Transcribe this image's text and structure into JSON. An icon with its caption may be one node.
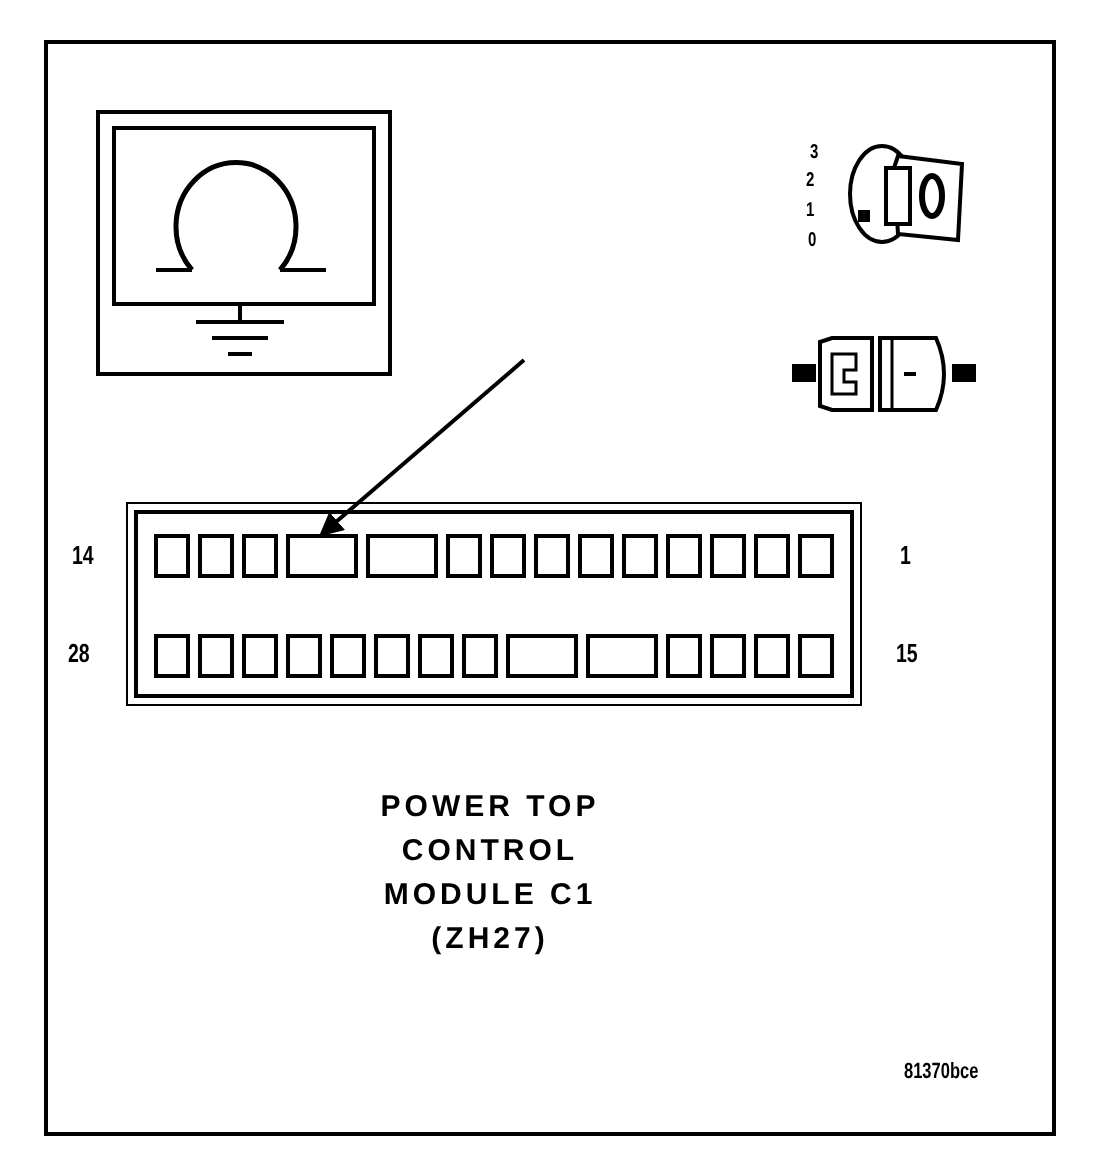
{
  "diagram": {
    "caption": "POWER TOP CONTROL MODULE C1 (ZH27)",
    "nodes": [
      {
        "text": [],
        "shape": "box"
      },
      {
        "text": [],
        "shape": "box",
        "in": 0
      },
      {
        "text": [],
        "shape": "box",
        "in": 0
      },
      {
        "text": [],
        "shape": "box",
        "in": 0
      },
      {
        "text": [],
        "shape": "box",
        "in": 0
      },
      {
        "text": [],
        "shape": "box",
        "in": 0
      },
      {
        "text": [],
        "shape": "box",
        "in": 0
      },
      {
        "text": [],
        "shape": "box",
        "in": 0
      },
      {
        "text": [],
        "shape": "box",
        "in": 0
      },
      {
        "text": [],
        "shape": "box",
        "in": 0
      },
      {
        "text": [],
        "shape": "box",
        "in": 0
      },
      {
        "text": [],
        "shape": "box",
        "in": 0
      },
      {
        "text": [],
        "shape": "box",
        "in": 0
      },
      {
        "text": [],
        "shape": "box",
        "in": 0
      },
      {
        "text": [],
        "shape": "box",
        "in": 0
      },
      {
        "text": [],
        "shape": "box",
        "in": 0
      },
      {
        "text": [],
        "shape": "box",
        "in": 0
      },
      {
        "text": [],
        "shape": "box",
        "in": 0
      },
      {
        "text": [],
        "shape": "box",
        "in": 0
      },
      {
        "text": [],
        "shape": "box",
        "in": 0
      },
      {
        "text": [],
        "shape": "box",
        "in": 0
      },
      {
        "text": [],
        "shape": "box",
        "in": 0
      },
      {
        "text": [],
        "shape": "box",
        "in": 0
      },
      {
        "text": [],
        "shape": "box",
        "in": 0
      },
      {
        "text": [],
        "shape": "box",
        "in": 0
      },
      {
        "text": [],
        "shape": "box",
        "in": 0
      },
      {
        "text": [],
        "shape": "box",
        "in": 0
      },
      {
        "text": [],
        "shape": "box",
        "in": 0
      },
      {
        "text": [],
        "shape": "box",
        "in": 0
      }
    ],
    "edges": [
      {
        "from": null,
        "to": 4,
        "arrow": "to"
      }
    ],
    "labels": [
      "3",
      "2",
      "1",
      "0",
      "14",
      "1",
      "28",
      "15",
      "81370bce"
    ]
  }
}
